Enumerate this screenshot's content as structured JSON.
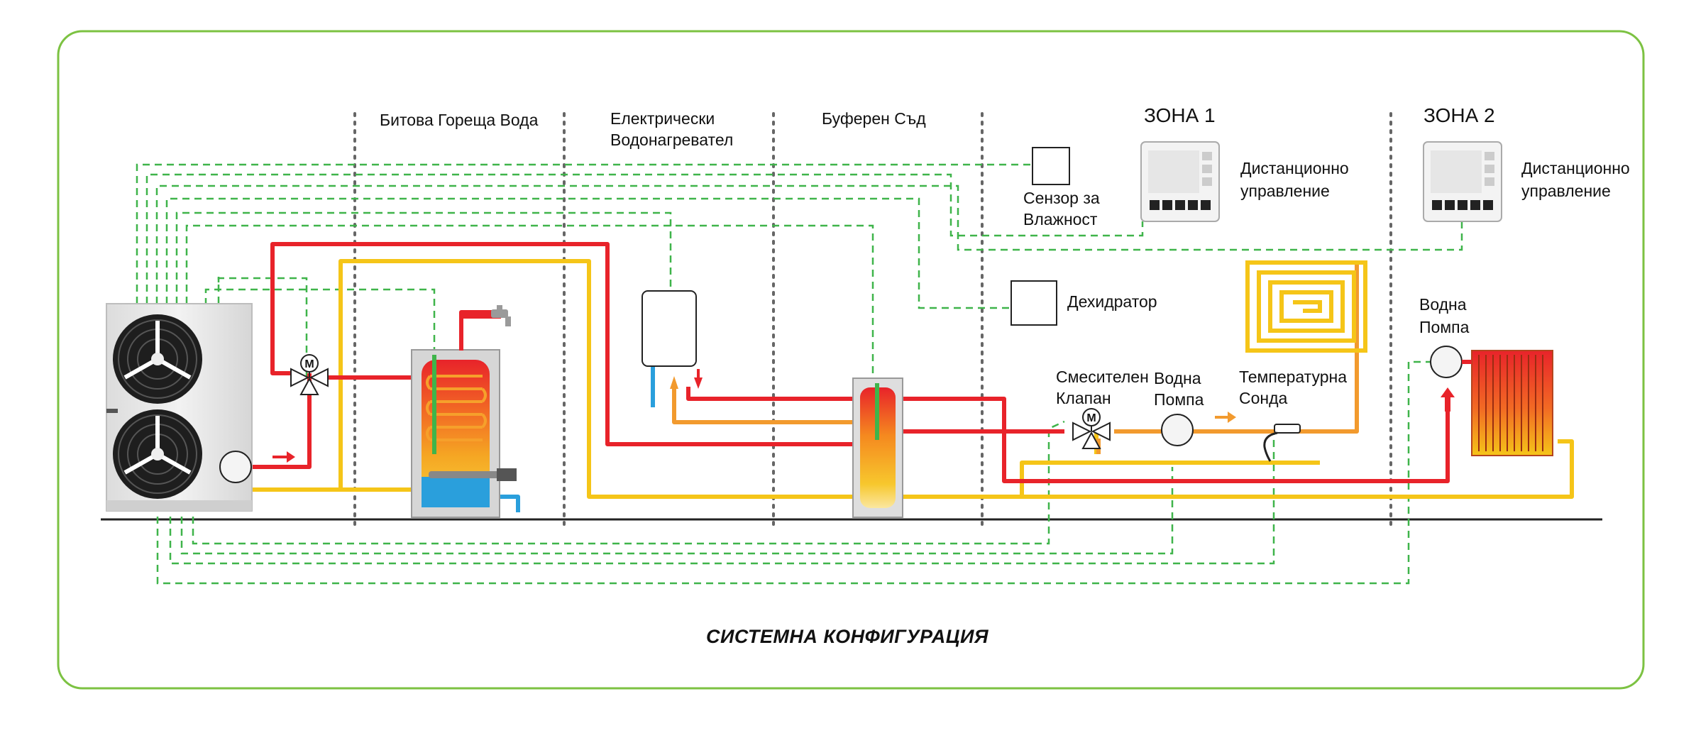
{
  "sections": {
    "dhw": "Битова Гореща Вода",
    "heater_line1": "Електрически",
    "heater_line2": "Водонагревател",
    "buffer": "Буферен Съд",
    "zone1": "ЗОНА 1",
    "zone2": "ЗОНА 2"
  },
  "labels": {
    "remote1_line1": "Дистанционно",
    "remote1_line2": "управление",
    "remote2_line1": "Дистанционно",
    "remote2_line2": "управление",
    "humidity_line1": "Сензор за",
    "humidity_line2": "Влажност",
    "dehumidifier": "Дехидратор",
    "mixing_line1": "Смесителен",
    "mixing_line2": "Клапан",
    "pump1_line1": "Водна",
    "pump1_line2": "Помпа",
    "probe_line1": "Температурна",
    "probe_line2": "Сонда",
    "pump2_line1": "Водна",
    "pump2_line2": "Помпа",
    "valve_symbol": "M"
  },
  "footer": "СИСТЕМНА КОНФИГУРАЦИЯ",
  "colors": {
    "frame": "#7cc242",
    "control_wire": "#3fb44a",
    "hot_pipe": "#e8232a",
    "return_pipe": "#f5c518",
    "warm_pipe": "#f29a2e",
    "cold_pipe": "#2a9fdc"
  }
}
